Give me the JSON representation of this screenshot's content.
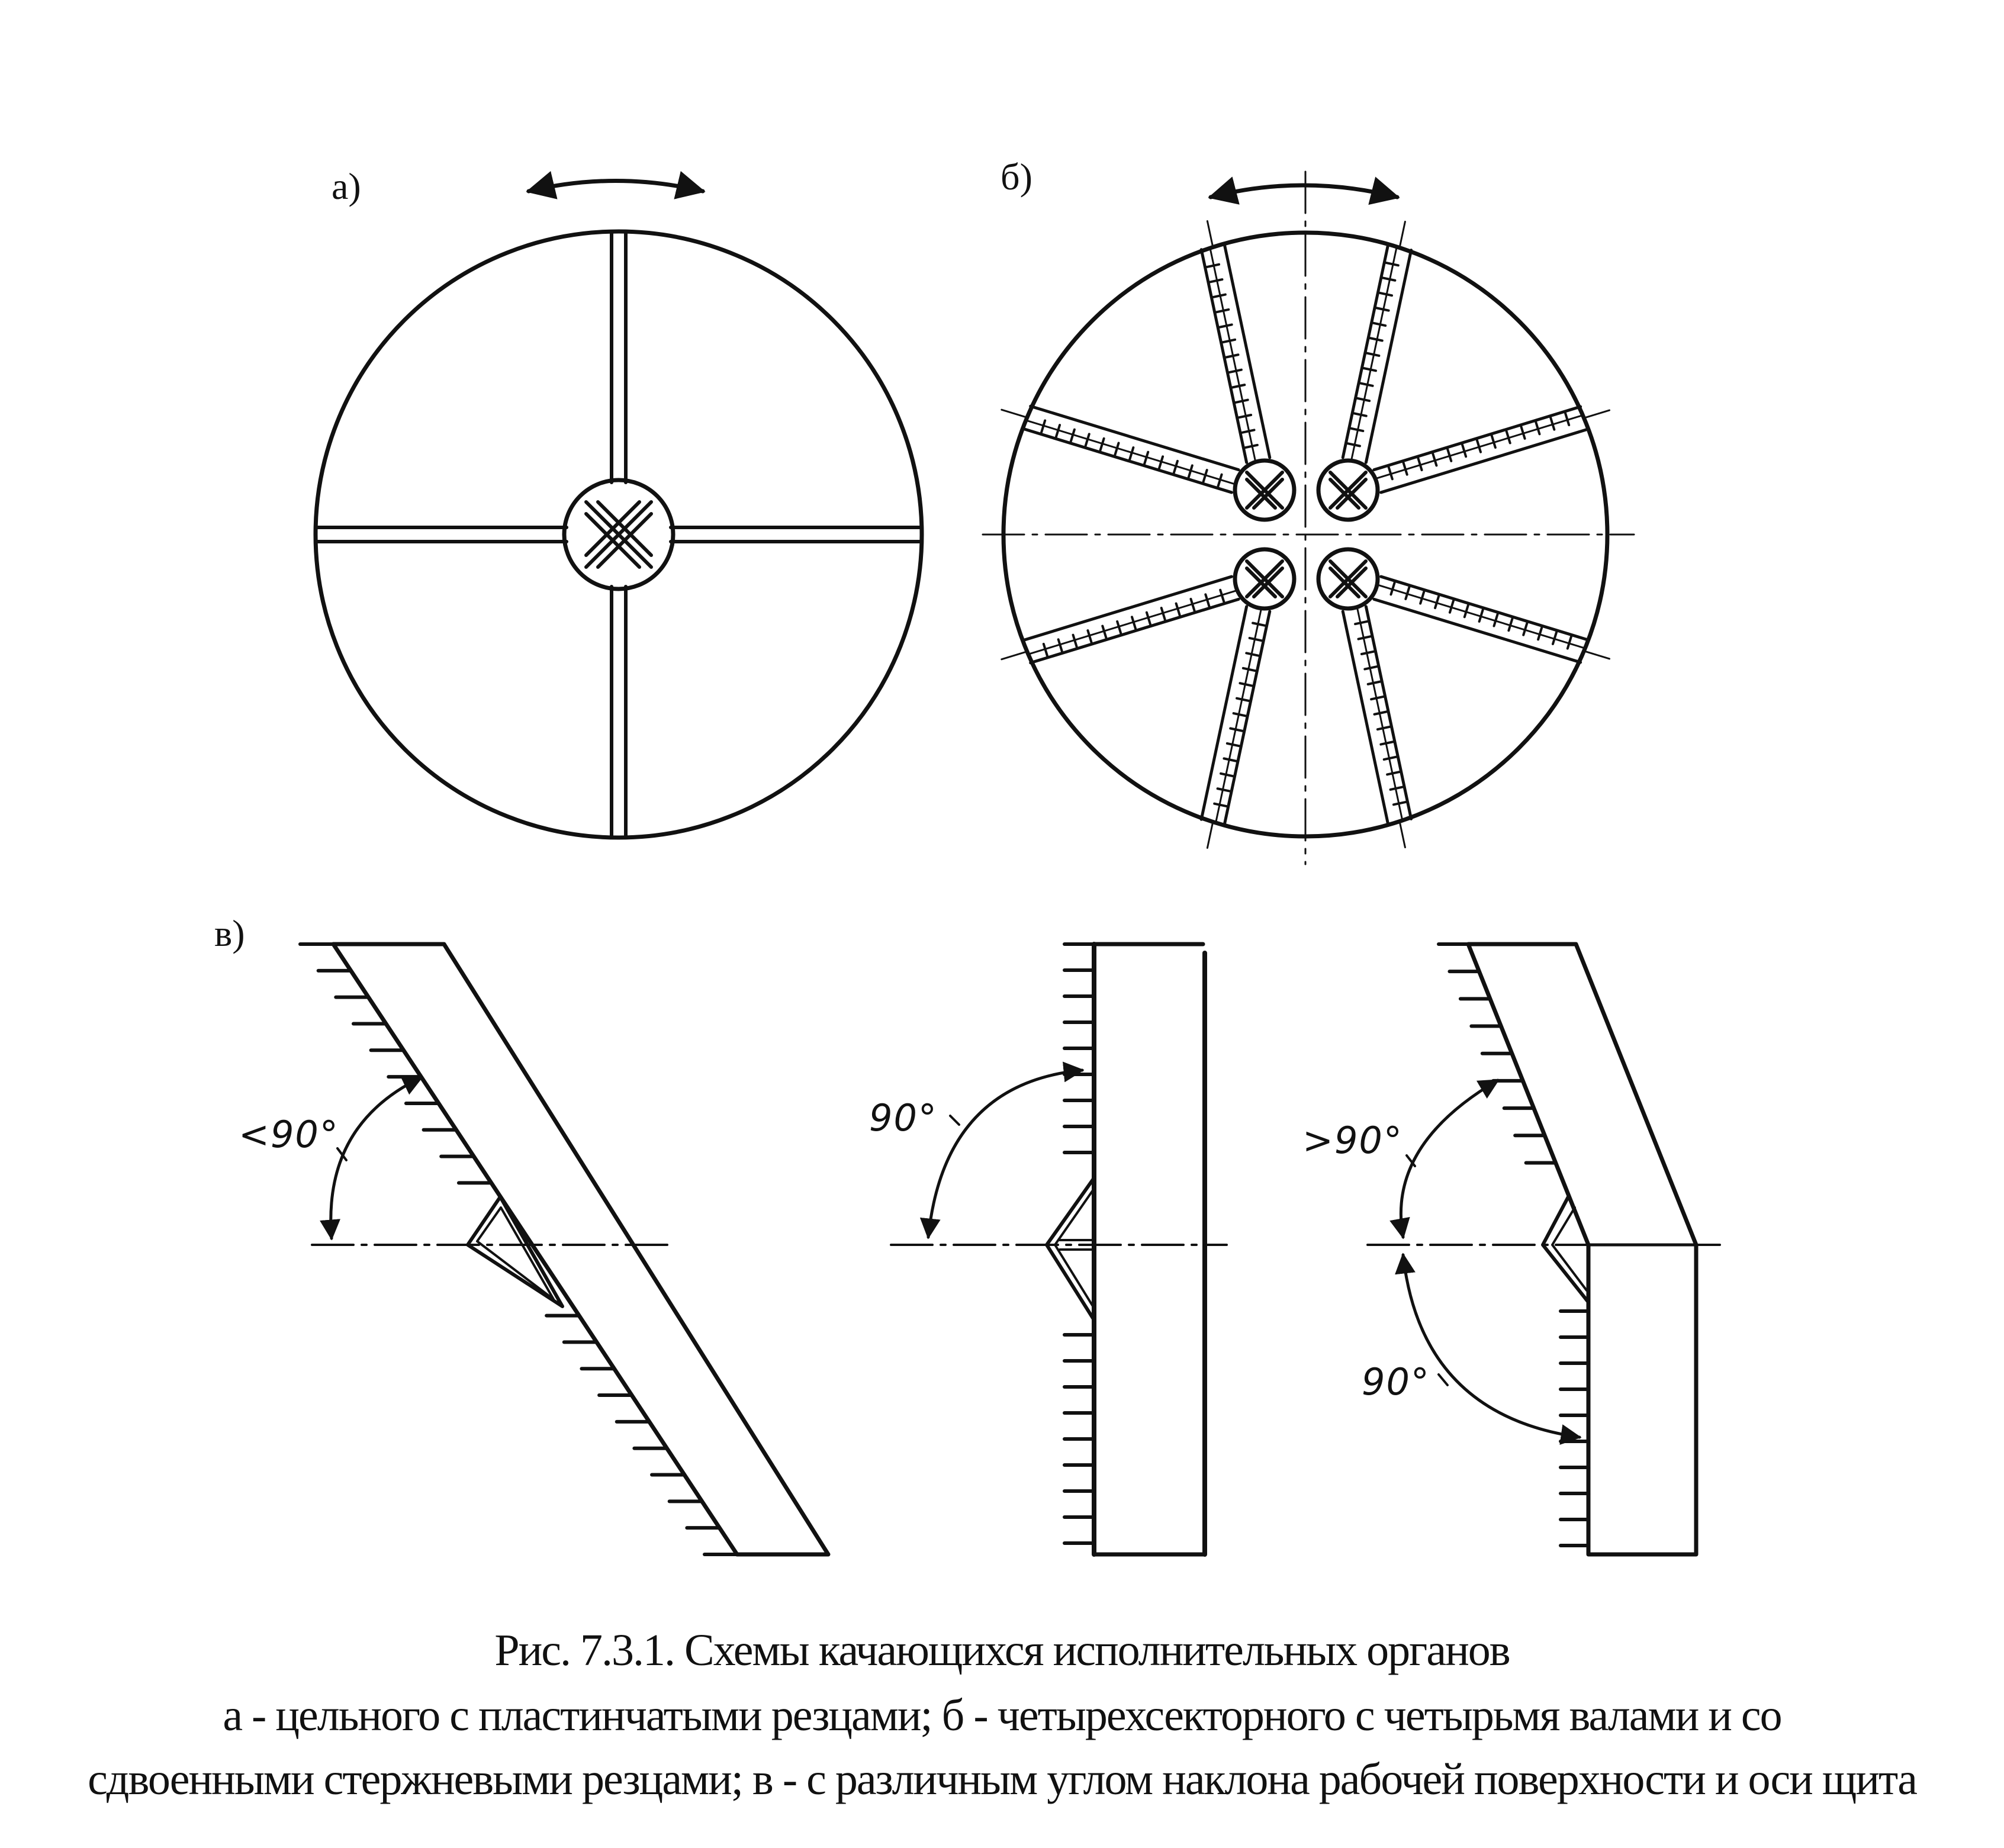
{
  "panels": {
    "a": {
      "label": "а)"
    },
    "b": {
      "label": "б)"
    },
    "v": {
      "label": "в)"
    }
  },
  "angles": {
    "acute": "<90°",
    "right": "90°",
    "obtuse": ">90°",
    "right_lower": "90°"
  },
  "caption": {
    "line1": "Рис. 7.3.1. Схемы качающихся исполнительных органов",
    "line2": "а - цельного с пластинчатыми резцами; б - четырехсекторного с четырьмя валами и со",
    "line3": "сдвоенными стержневыми резцами; в - с различным углом наклона рабочей поверхности и оси щита"
  },
  "colors": {
    "ink": "#111111",
    "paper": "#ffffff"
  }
}
